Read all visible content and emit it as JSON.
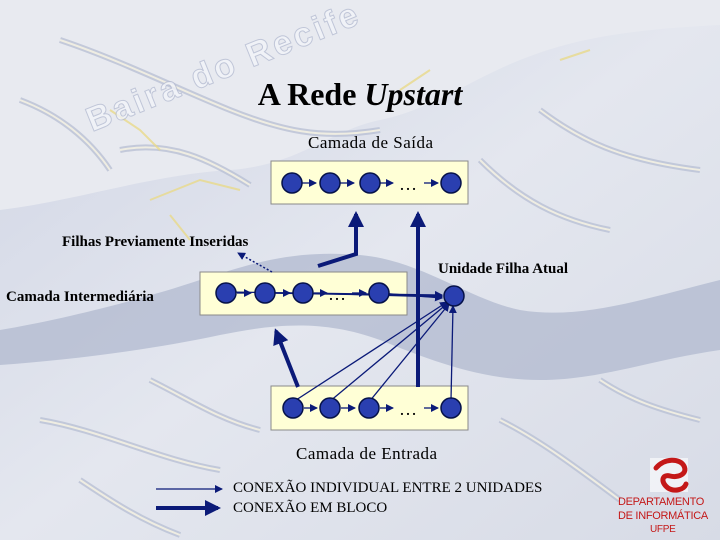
{
  "slide": {
    "title": "A Rede ",
    "title_emphasis": "Upstart",
    "output_layer_label": "Camada de Saída",
    "input_layer_label": "Camada de Entrada",
    "middle_layer_label": "Camada  Intermediária",
    "previous_children_label": "Filhas Previamente Inseridas",
    "current_child_label": "Unidade Filha Atual",
    "ellipsis": "…"
  },
  "legend": {
    "individual_label": "CONEXÃO INDIVIDUAL ENTRE 2 UNIDADES",
    "block_label": "CONEXÃO EM BLOCO"
  },
  "background_watermark": "Baira do Recife",
  "logo": {
    "line1": "DEPARTAMENTO",
    "line2": "DE INFORMÁTICA",
    "line3": "UFPE"
  },
  "colors": {
    "node_fill": "#2a3fb0",
    "node_stroke": "#06124a",
    "layer_box": "#ffffd6",
    "connection": "#0b1a78",
    "logo_red": "#c41818"
  }
}
